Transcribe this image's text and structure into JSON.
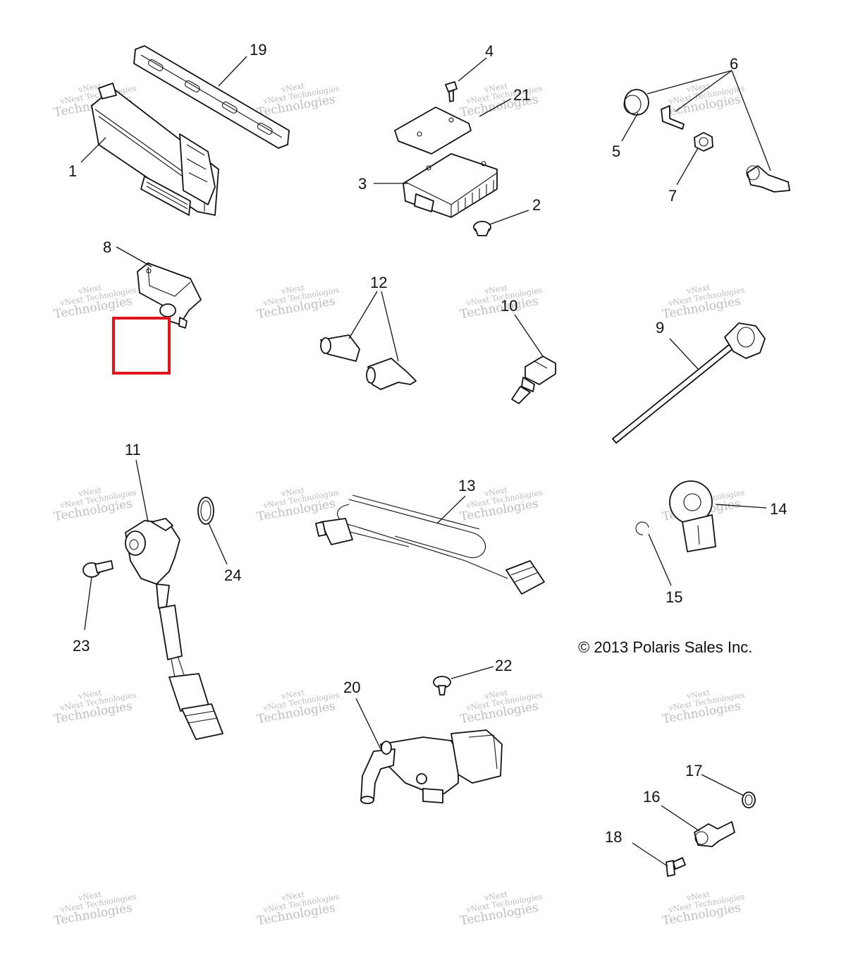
{
  "diagram": {
    "copyright": "© 2013 Polaris Sales Inc.",
    "watermark_line1": "vNext Technologies",
    "watermark_line2": "Technologies",
    "watermark_mark": "vNext",
    "highlight_color": "#e0141e",
    "callouts": [
      "1",
      "2",
      "3",
      "4",
      "5",
      "6",
      "7",
      "8",
      "9",
      "10",
      "11",
      "12",
      "13",
      "14",
      "15",
      "16",
      "17",
      "18",
      "19",
      "20",
      "21",
      "22",
      "23",
      "24"
    ]
  }
}
